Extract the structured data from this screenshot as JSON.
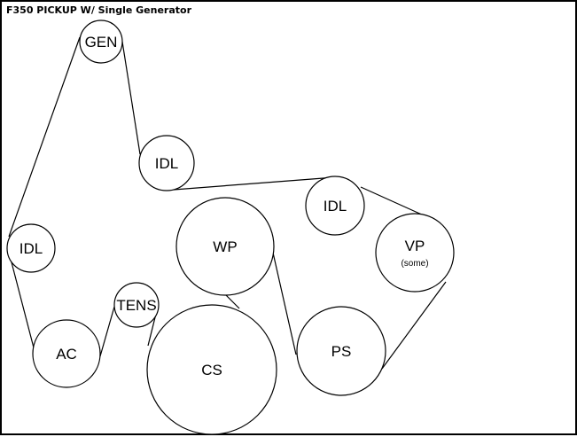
{
  "title": "F350 PICKUP W/ Single Generator",
  "colors": {
    "line": "#000000",
    "background": "#ffffff"
  },
  "pulleys": [
    {
      "id": "gen",
      "label": "GEN",
      "sublabel": ""
    },
    {
      "id": "idl-top",
      "label": "IDL",
      "sublabel": ""
    },
    {
      "id": "idl-right",
      "label": "IDL",
      "sublabel": ""
    },
    {
      "id": "vp",
      "label": "VP",
      "sublabel": "(some)"
    },
    {
      "id": "wp",
      "label": "WP",
      "sublabel": ""
    },
    {
      "id": "idl-left",
      "label": "IDL",
      "sublabel": ""
    },
    {
      "id": "tens",
      "label": "TENS",
      "sublabel": ""
    },
    {
      "id": "ac",
      "label": "AC",
      "sublabel": ""
    },
    {
      "id": "cs",
      "label": "CS",
      "sublabel": ""
    },
    {
      "id": "ps",
      "label": "PS",
      "sublabel": ""
    }
  ]
}
